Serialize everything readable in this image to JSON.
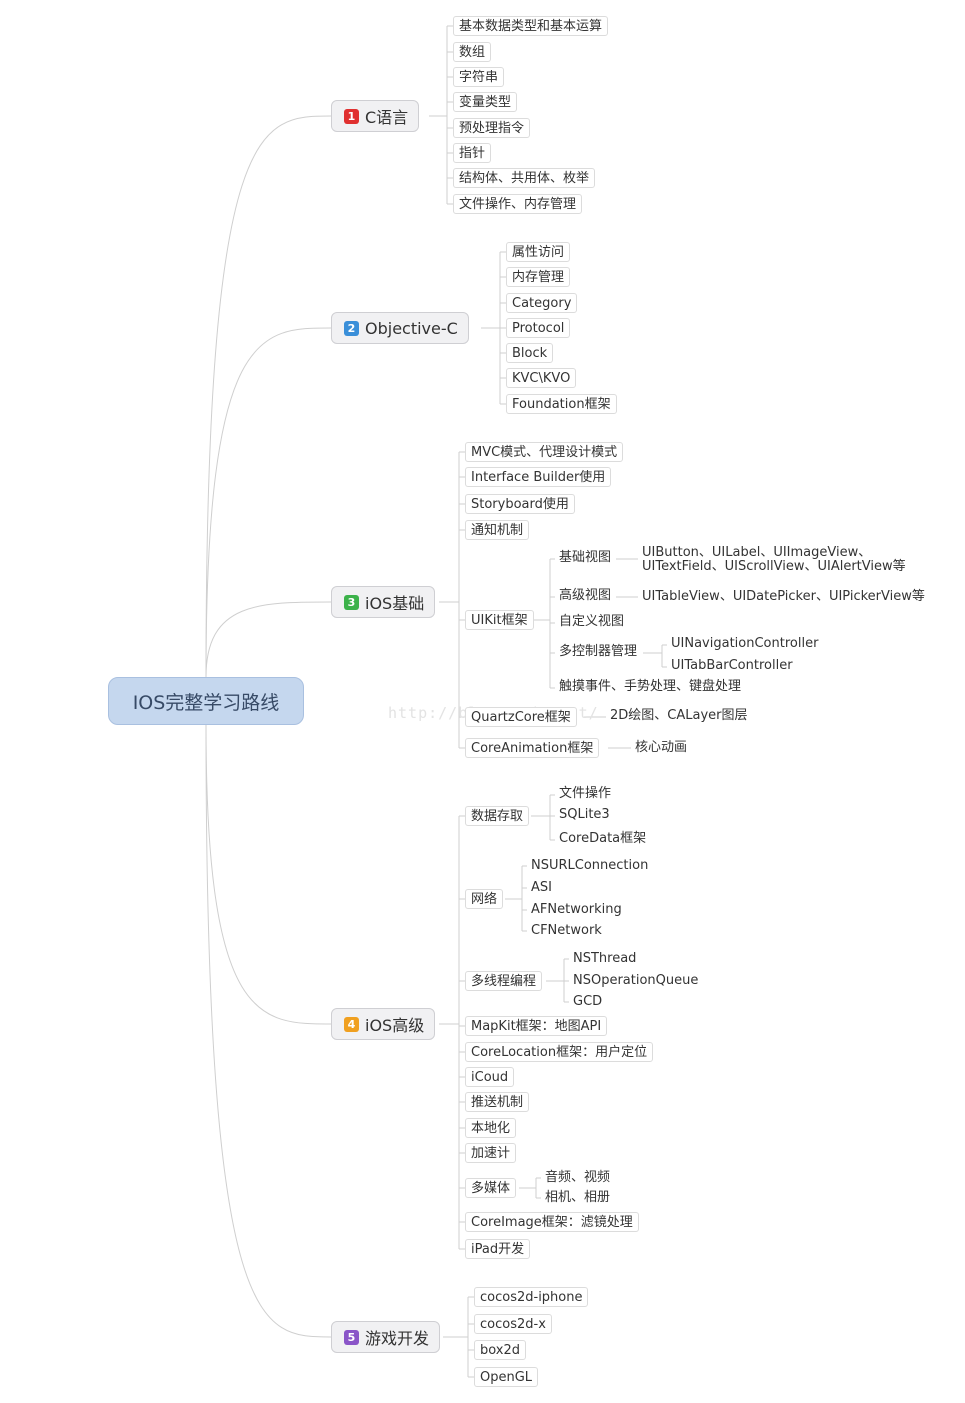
{
  "root": "IOS完整学习路线",
  "watermark": "http://blog.csdn.net/",
  "colors": {
    "n1": "#e03030",
    "n2": "#3a8fd9",
    "n3": "#3cb24a",
    "n4": "#f0a020",
    "n5": "#8a55c8",
    "line": "#cfcfcf"
  },
  "branches": [
    {
      "num": "1",
      "label": "C语言",
      "items": [
        "基本数据类型和基本运算",
        "数组",
        "字符串",
        "变量类型",
        "预处理指令",
        "指针",
        "结构体、共用体、枚举",
        "文件操作、内存管理"
      ]
    },
    {
      "num": "2",
      "label": "Objective-C",
      "items": [
        "属性访问",
        "内存管理",
        "Category",
        "Protocol",
        "Block",
        "KVC\\KVO",
        "Foundation框架"
      ]
    },
    {
      "num": "3",
      "label": "iOS基础",
      "items": [
        "MVC模式、代理设计模式",
        "Interface Builder使用",
        "Storyboard使用",
        "通知机制",
        "UIKit框架",
        "QuartzCore框架",
        "CoreAnimation框架"
      ],
      "uikit": [
        {
          "label": "基础视图",
          "sub": [
            "UIButton、UILabel、UIImageView、",
            "UITextField、UIScrollView、UIAlertView等"
          ]
        },
        {
          "label": "高级视图",
          "sub": [
            "UITableView、UIDatePicker、UIPickerView等"
          ]
        },
        {
          "label": "自定义视图",
          "sub": []
        },
        {
          "label": "多控制器管理",
          "sub": [
            "UINavigationController",
            "UITabBarController"
          ]
        },
        {
          "label": "触摸事件、手势处理、键盘处理",
          "sub": []
        }
      ],
      "quartz": "2D绘图、CALayer图层",
      "coreanim": "核心动画"
    },
    {
      "num": "4",
      "label": "iOS高级",
      "items": [
        "数据存取",
        "网络",
        "多线程编程",
        "MapKit框架：地图API",
        "CoreLocation框架：用户定位",
        "iCoud",
        "推送机制",
        "本地化",
        "加速计",
        "多媒体",
        "CoreImage框架：滤镜处理",
        "iPad开发"
      ],
      "storage": [
        "文件操作",
        "SQLite3",
        "CoreData框架"
      ],
      "network": [
        "NSURLConnection",
        "ASI",
        "AFNetworking",
        "CFNetwork"
      ],
      "threads": [
        "NSThread",
        "NSOperationQueue",
        "GCD"
      ],
      "media": [
        "音频、视频",
        "相机、相册"
      ]
    },
    {
      "num": "5",
      "label": "游戏开发",
      "items": [
        "cocos2d-iphone",
        "cocos2d-x",
        "box2d",
        "OpenGL"
      ]
    }
  ]
}
